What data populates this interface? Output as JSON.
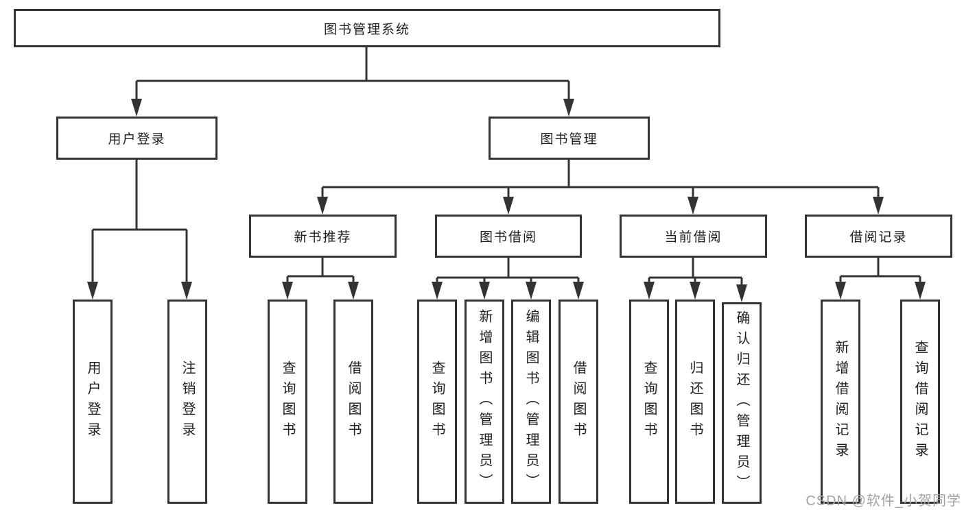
{
  "diagram": {
    "root": {
      "label": "图书管理系统"
    },
    "branches": [
      {
        "label": "用户登录",
        "children": [
          {
            "label": "用户登录"
          },
          {
            "label": "注销登录"
          }
        ]
      },
      {
        "label": "图书管理",
        "children": [
          {
            "label": "新书推荐",
            "children": [
              {
                "label": "查询图书"
              },
              {
                "label": "借阅图书"
              }
            ]
          },
          {
            "label": "图书借阅",
            "children": [
              {
                "label": "查询图书"
              },
              {
                "label": "新增图书（管理员）"
              },
              {
                "label": "编辑图书（管理员）"
              },
              {
                "label": "借阅图书"
              }
            ]
          },
          {
            "label": "当前借阅",
            "children": [
              {
                "label": "查询图书"
              },
              {
                "label": "归还图书"
              },
              {
                "label": "确认归还（管理员）"
              }
            ]
          },
          {
            "label": "借阅记录",
            "children": [
              {
                "label": "新增借阅记录"
              },
              {
                "label": "查询借阅记录"
              }
            ]
          }
        ]
      }
    ]
  },
  "watermark": {
    "text": "CSDN @软件_小贺同学"
  },
  "colors": {
    "line": "#333333",
    "text": "#1f1f1f",
    "watermark": "#a2a2a2",
    "background": "#ffffff"
  }
}
